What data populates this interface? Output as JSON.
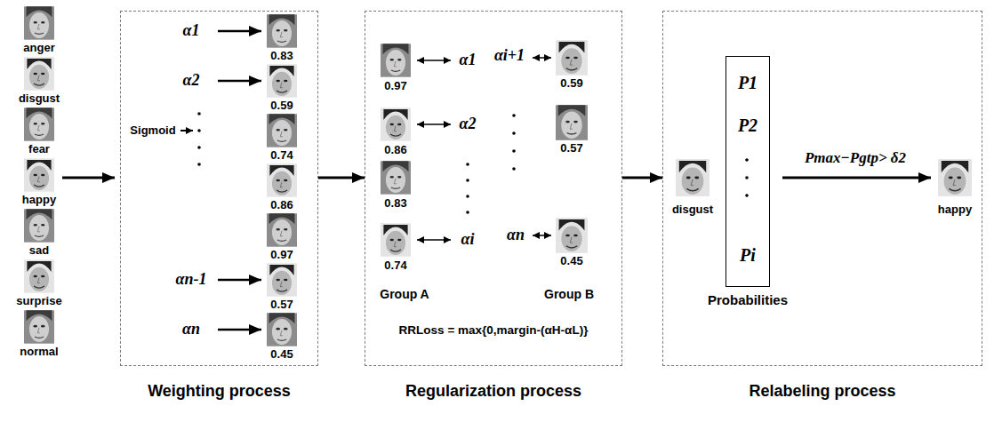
{
  "diagram": {
    "nodes": [
      {
        "text": [
          "Weighting process"
        ]
      },
      {
        "text": [
          "Regularization process"
        ]
      },
      {
        "text": [
          "Relabeling process"
        ]
      },
      {
        "text": [
          "P1",
          "P2",
          "Pi",
          "Probabilities"
        ],
        "in": 2
      }
    ],
    "edges": [
      {
        "from": 0,
        "to": 1,
        "arrow": "to"
      },
      {
        "from": 1,
        "to": 2,
        "arrow": "to"
      }
    ],
    "labels": [
      "anger",
      "disgust",
      "fear",
      "happy",
      "sad",
      "surprise",
      "normal",
      "α1",
      "0.83",
      "α2",
      "0.59",
      "Sigmoid",
      "0.74",
      "0.86",
      "0.97",
      "αn-1",
      "0.57",
      "αn",
      "0.45",
      "0.97",
      "α1",
      "αi+1",
      "0.59",
      "0.86",
      "α2",
      "0.57",
      "0.83",
      "0.74",
      "αi",
      "αn",
      "0.45",
      "Group A",
      "Group B",
      "RRLoss = max{0,margin-(αH-αL)}",
      "disgust",
      "Pmax−Pgtp> δ2",
      "happy"
    ]
  }
}
